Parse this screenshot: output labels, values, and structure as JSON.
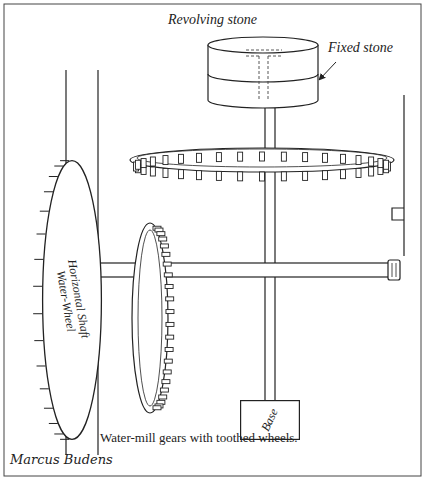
{
  "diagram": {
    "caption": "Water-mill gears with toothed wheels.",
    "nodes": [
      {
        "text": [
          "Horizontal Shaft Water-Wheel"
        ]
      },
      {
        "text": [
          "Base"
        ]
      }
    ],
    "labels": [
      "Revolving stone",
      "Fixed stone",
      "Marcus Budens"
    ]
  }
}
